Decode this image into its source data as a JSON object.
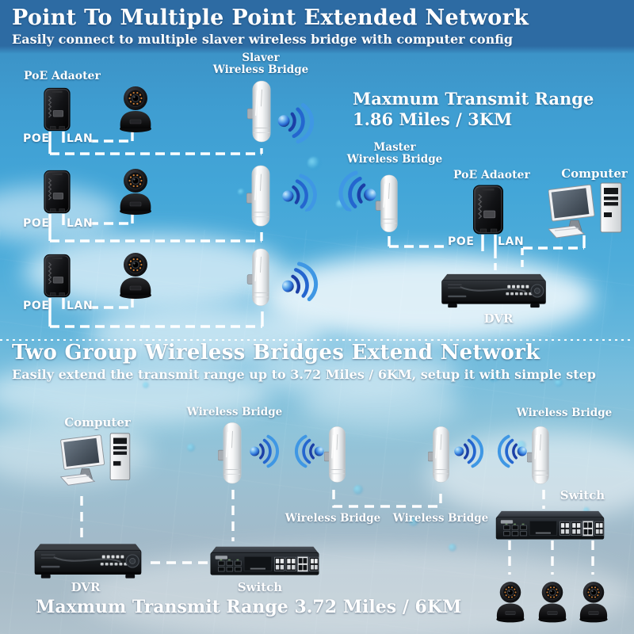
{
  "section1": {
    "title": "Point To Multiple Point Extended Network",
    "subtitle": "Easily connect to multiple slaver wireless bridge with computer config",
    "range_line1": "Maxmum Transmit Range",
    "range_line2": "1.86 Miles / 3KM",
    "poe_adapter_label": "PoE Adaoter",
    "slave_bridge_label_line1": "Slaver",
    "slave_bridge_label_line2": "Wireless Bridge",
    "master_bridge_label_line1": "Master",
    "master_bridge_label_line2": "Wireless Bridge",
    "right_poe_adapter_label": "PoE Adaoter",
    "computer_label": "Computer",
    "dvr_label": "DVR",
    "port_poe": "POE",
    "port_lan": "LAN"
  },
  "section2": {
    "title": "Two Group Wireless Bridges Extend Network",
    "subtitle": "Easily extend the transmit range up to 3.72 Miles / 6KM,  setup it with simple step",
    "computer_label": "Computer",
    "wireless_bridge_label": "Wireless Bridge",
    "switch_label_right": "Switch",
    "switch_label_bottom": "Switch",
    "dvr_label": "DVR",
    "footer": "Maxmum Transmit Range 3.72 Miles / 6KM"
  },
  "colors": {
    "header_band": "#2d6ba3",
    "sky_top": "#3586ba",
    "sky_bottom": "#b0c2cd",
    "wave_blue_dark": "#1b3fa6",
    "wave_blue_mid": "#2466cf",
    "wave_blue_light": "#3f97e4",
    "text": "#ffffff"
  },
  "icons": {
    "wifi_waves": "wifi-signal-waves",
    "poe_adapter": "poe-adapter-device",
    "ip_camera": "ip-camera-device",
    "wireless_bridge": "wireless-bridge-device",
    "computer": "desktop-computer-device",
    "dvr": "dvr-recorder-device",
    "switch": "network-switch-device"
  }
}
